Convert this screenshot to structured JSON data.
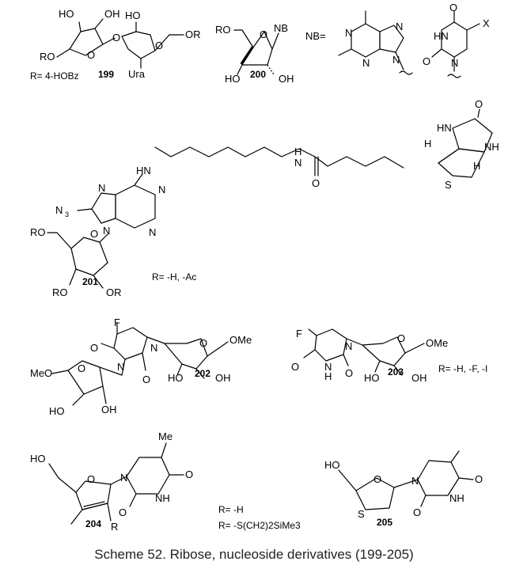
{
  "caption": "Scheme 52. Ribose, nucleoside derivatives (199-205)",
  "compounds": {
    "c199": {
      "number": "199",
      "r_def": "R= 4-HOBz",
      "labels": {
        "ho1": "HO",
        "oh1": "OH",
        "ho2": "HO",
        "or1": "OR",
        "ro1": "RO",
        "o1": "O",
        "o2": "O",
        "o3": "O",
        "ura": "Ura"
      }
    },
    "c200": {
      "number": "200",
      "labels": {
        "ro": "RO",
        "o": "O",
        "nb": "NB",
        "ho": "HO",
        "oh": "OH"
      }
    },
    "nb": {
      "def": "NB=",
      "labels": {
        "n1": "N",
        "n2": "N",
        "n3": "N",
        "n4": "N",
        "hn": "HN",
        "n5": "N",
        "o1": "O",
        "o2": "O",
        "x": "X"
      }
    },
    "c201": {
      "number": "201",
      "r_def": "R= -H, -Ac",
      "labels": {
        "hn": "HN",
        "hn2": "HN",
        "h1": "H",
        "nh": "NH",
        "o_u": "O",
        "h2": "H",
        "s": "S",
        "n_amide": "N",
        "h_amide": "H",
        "o_amide": "O",
        "n3": "N",
        "sub3": "3",
        "n7": "N",
        "n1": "N",
        "n3b": "N",
        "n9": "N",
        "ro": "RO",
        "o_r": "O",
        "ro2": "RO",
        "or": "OR"
      }
    },
    "c202": {
      "number": "202",
      "labels": {
        "f": "F",
        "o1": "O",
        "n1": "N",
        "n2": "N",
        "o2": "O",
        "o3": "O",
        "ome": "OMe",
        "meo": "MeO",
        "o4": "O",
        "ho1": "HO",
        "oh1": "OH",
        "ho2": "HO",
        "oh2": "OH"
      }
    },
    "c203": {
      "number": "203",
      "r_def": "R= -H, -F, -I",
      "labels": {
        "f": "F",
        "n1": "N",
        "o1": "O",
        "o2": "O",
        "ome": "OMe",
        "nh": "N",
        "h": "H",
        "o3": "O",
        "ho": "HO",
        "oh": "OH"
      }
    },
    "c204": {
      "number": "204",
      "r_defs": [
        "R= -H",
        "R= -S(CH2)2SiMe3"
      ],
      "labels": {
        "me": "Me",
        "ho": "HO",
        "o": "O",
        "n": "N",
        "o2": "O",
        "nh": "NH",
        "o3": "O",
        "r": "R"
      }
    },
    "c205": {
      "number": "205",
      "labels": {
        "ho": "HO",
        "o": "O",
        "n": "N",
        "o2": "O",
        "nh": "NH",
        "o3": "O",
        "s": "S"
      }
    }
  }
}
